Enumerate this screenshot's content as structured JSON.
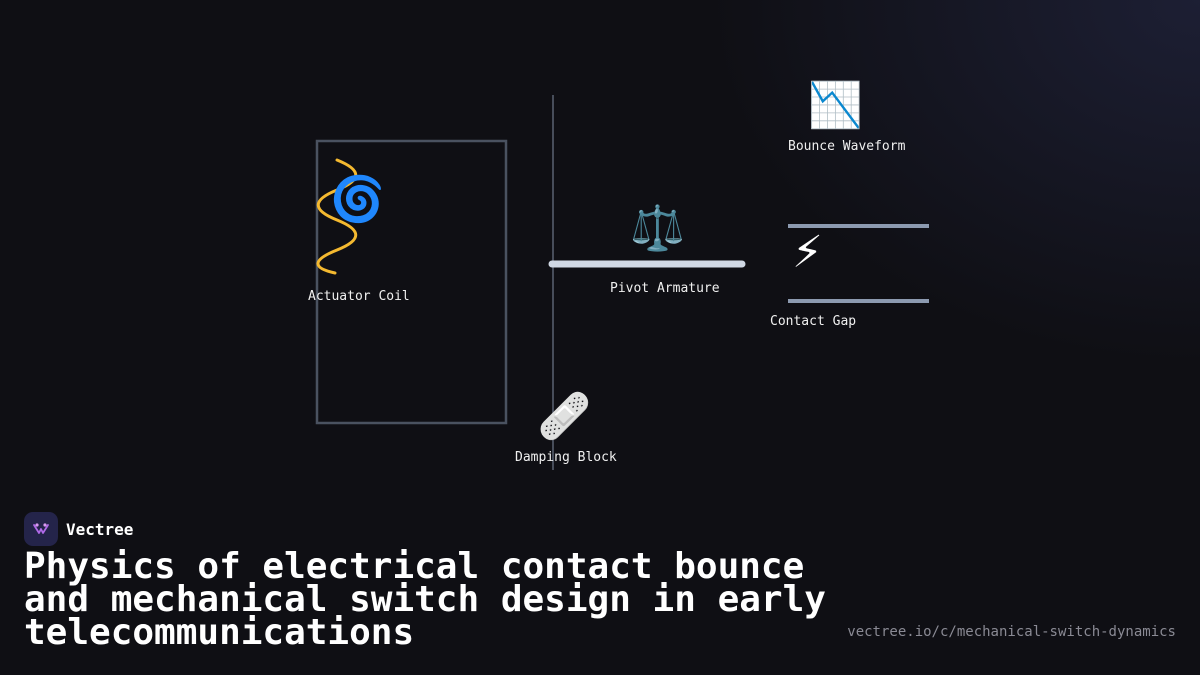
{
  "brand": {
    "name": "Vectree"
  },
  "title": "Physics of electrical contact bounce and mechanical switch design in early telecommunications",
  "url": "vectree.io/c/mechanical-switch-dynamics",
  "nodes": {
    "actuator_coil": {
      "label": "Actuator Coil",
      "icon": "🌀",
      "icon_name": "spiral-icon"
    },
    "pivot_armature": {
      "label": "Pivot Armature",
      "icon": "⚖️",
      "icon_name": "balance-scale-icon"
    },
    "bounce_waveform": {
      "label": "Bounce Waveform",
      "icon": "📉",
      "icon_name": "chart-decreasing-icon"
    },
    "contact_gap": {
      "label": "Contact Gap",
      "icon": "⚡",
      "icon_name": "lightning-icon"
    },
    "damping_block": {
      "label": "Damping Block",
      "icon": "🩹",
      "icon_name": "bandage-icon"
    }
  },
  "colors": {
    "background": "#0f0f14",
    "coil_frame": "#4a5260",
    "coil_wire": "#f4b930",
    "armature": "#d0d8e4",
    "contacts": "#8c9ab0",
    "axis_line": "#5a6272",
    "brand_accent": "#b06ae8"
  }
}
